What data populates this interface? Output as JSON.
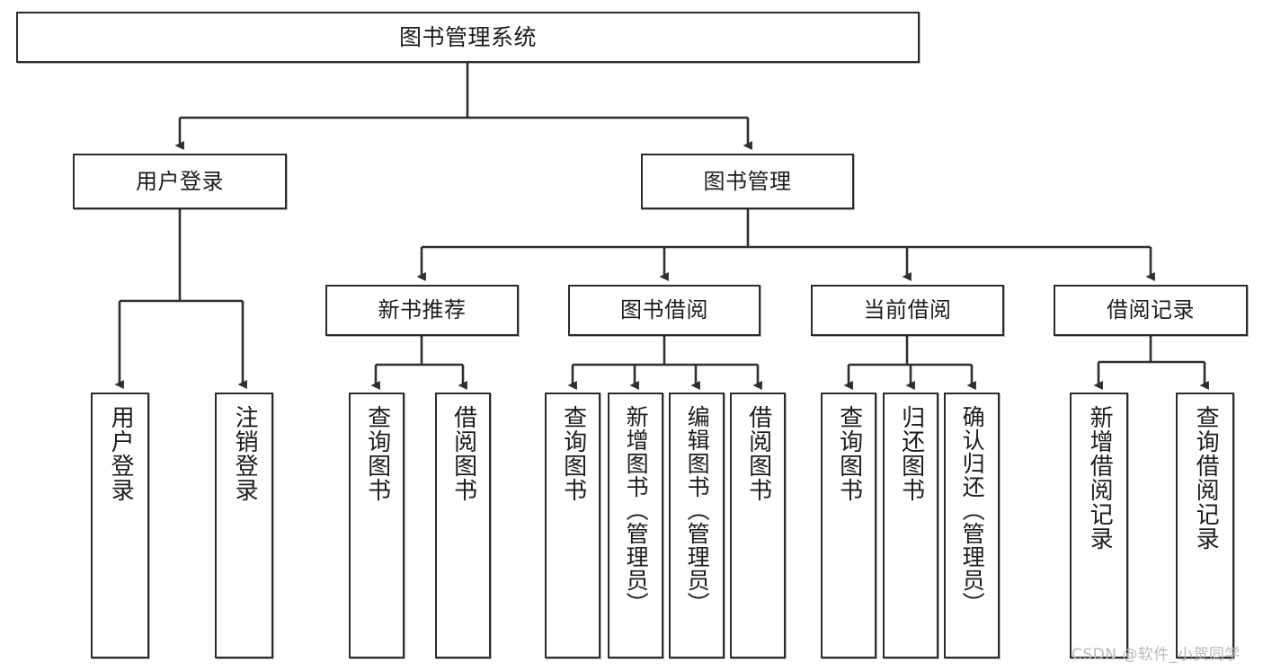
{
  "diagram": {
    "type": "tree",
    "title": "图书管理系统",
    "orientation": "top-down",
    "colors": {
      "box_border": "#2b2b2b",
      "box_fill": "#ffffff",
      "edge": "#333333",
      "text": "#1c1c1c",
      "watermark": "#b9b9b9"
    },
    "root": {
      "label": "图书管理系统"
    },
    "level2": [
      {
        "label": "用户登录"
      },
      {
        "label": "图书管理"
      }
    ],
    "level3": [
      {
        "label": "新书推荐"
      },
      {
        "label": "图书借阅"
      },
      {
        "label": "当前借阅"
      },
      {
        "label": "借阅记录"
      }
    ],
    "leaves_user_login": [
      {
        "label": "用户登录"
      },
      {
        "label": "注销登录"
      }
    ],
    "leaves_new_books": [
      {
        "label": "查询图书"
      },
      {
        "label": "借阅图书"
      }
    ],
    "leaves_borrow": [
      {
        "label": "查询图书"
      },
      {
        "label": "新增图书（管理员）"
      },
      {
        "label": "编辑图书（管理员）"
      },
      {
        "label": "借阅图书"
      }
    ],
    "leaves_current": [
      {
        "label": "查询图书"
      },
      {
        "label": "归还图书"
      },
      {
        "label": "确认归还（管理员）"
      }
    ],
    "leaves_records": [
      {
        "label": "新增借阅记录"
      },
      {
        "label": "查询借阅记录"
      }
    ]
  },
  "watermark": {
    "text": "CSDN @软件_小贺同学"
  }
}
